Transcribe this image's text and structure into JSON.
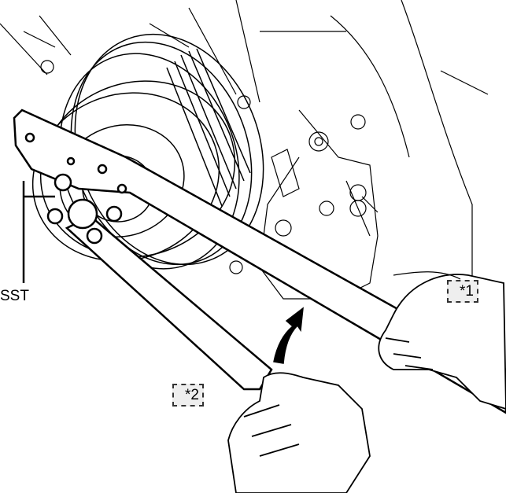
{
  "labels": {
    "sst": "SST",
    "callout_1": "*1",
    "callout_2": "*2"
  },
  "colors": {
    "line": "#000000",
    "callout_bg": "#eeeeee"
  }
}
